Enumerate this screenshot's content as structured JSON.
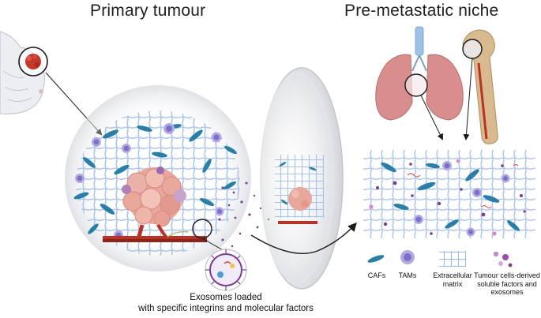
{
  "titles": {
    "primary": "Primary tumour",
    "niche": "Pre-metastatic niche"
  },
  "exosome_caption": {
    "line1": "Exosomes loaded",
    "line2": "with specific integrins and molecular factors"
  },
  "legend": {
    "cafs": "CAFs",
    "tams": "TAMs",
    "ecm_line1": "Extracellular",
    "ecm_line2": "matrix",
    "tumour_line1": "Tumour cells-derived",
    "tumour_line2": "soluble factors and",
    "tumour_line3": "exosomes"
  },
  "icons": [
    "breast-icon",
    "lungs-icon",
    "femur-bone-icon",
    "caf-cell-icon",
    "tam-cell-icon",
    "ecm-mesh-icon",
    "exosome-icon",
    "blood-vessel-icon"
  ],
  "colors": {
    "caf": "#2a7fa8",
    "tam": "#8d7fd0",
    "mesh": "#a9c3ea",
    "tumour": "#e39a8e",
    "vessel": "#b83226",
    "exosome": "#7a3d8f",
    "lung": "#d98e8e",
    "bone": "#d9b98e"
  }
}
